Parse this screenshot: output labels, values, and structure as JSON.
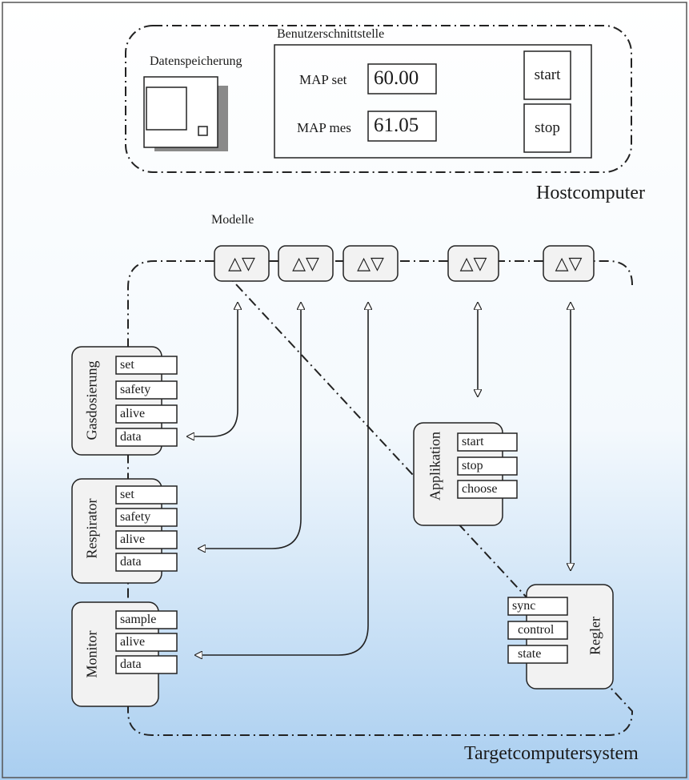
{
  "host": {
    "caption": "Hostcomputer",
    "storage_label": "Datenspeicherung",
    "ui_label": "Benutzerschnittstelle",
    "map_set_label": "MAP set",
    "map_set_value": "60.00",
    "map_mes_label": "MAP mes",
    "map_mes_value": "61.05",
    "start_label": "start",
    "stop_label": "stop"
  },
  "models": {
    "label": "Modelle",
    "symbol": "△▽"
  },
  "target": {
    "caption": "Targetcomputersystem"
  },
  "modules": {
    "gasdosierung": {
      "title": "Gasdosierung",
      "ports": [
        "set",
        "safety",
        "alive",
        "data"
      ]
    },
    "respirator": {
      "title": "Respirator",
      "ports": [
        "set",
        "safety",
        "alive",
        "data"
      ]
    },
    "monitor": {
      "title": "Monitor",
      "ports": [
        "sample",
        "alive",
        "data"
      ]
    },
    "applikation": {
      "title": "Applikation",
      "ports": [
        "start",
        "stop",
        "choose"
      ]
    },
    "regler": {
      "title": "Regler",
      "ports": [
        "sync",
        "control",
        "state"
      ]
    }
  },
  "colors": {
    "bg_top": "#ffffff",
    "bg_bottom": "#a9cef0",
    "line": "#222222",
    "box_fill": "#f2f2f2",
    "shadow": "#8a8a8a"
  }
}
